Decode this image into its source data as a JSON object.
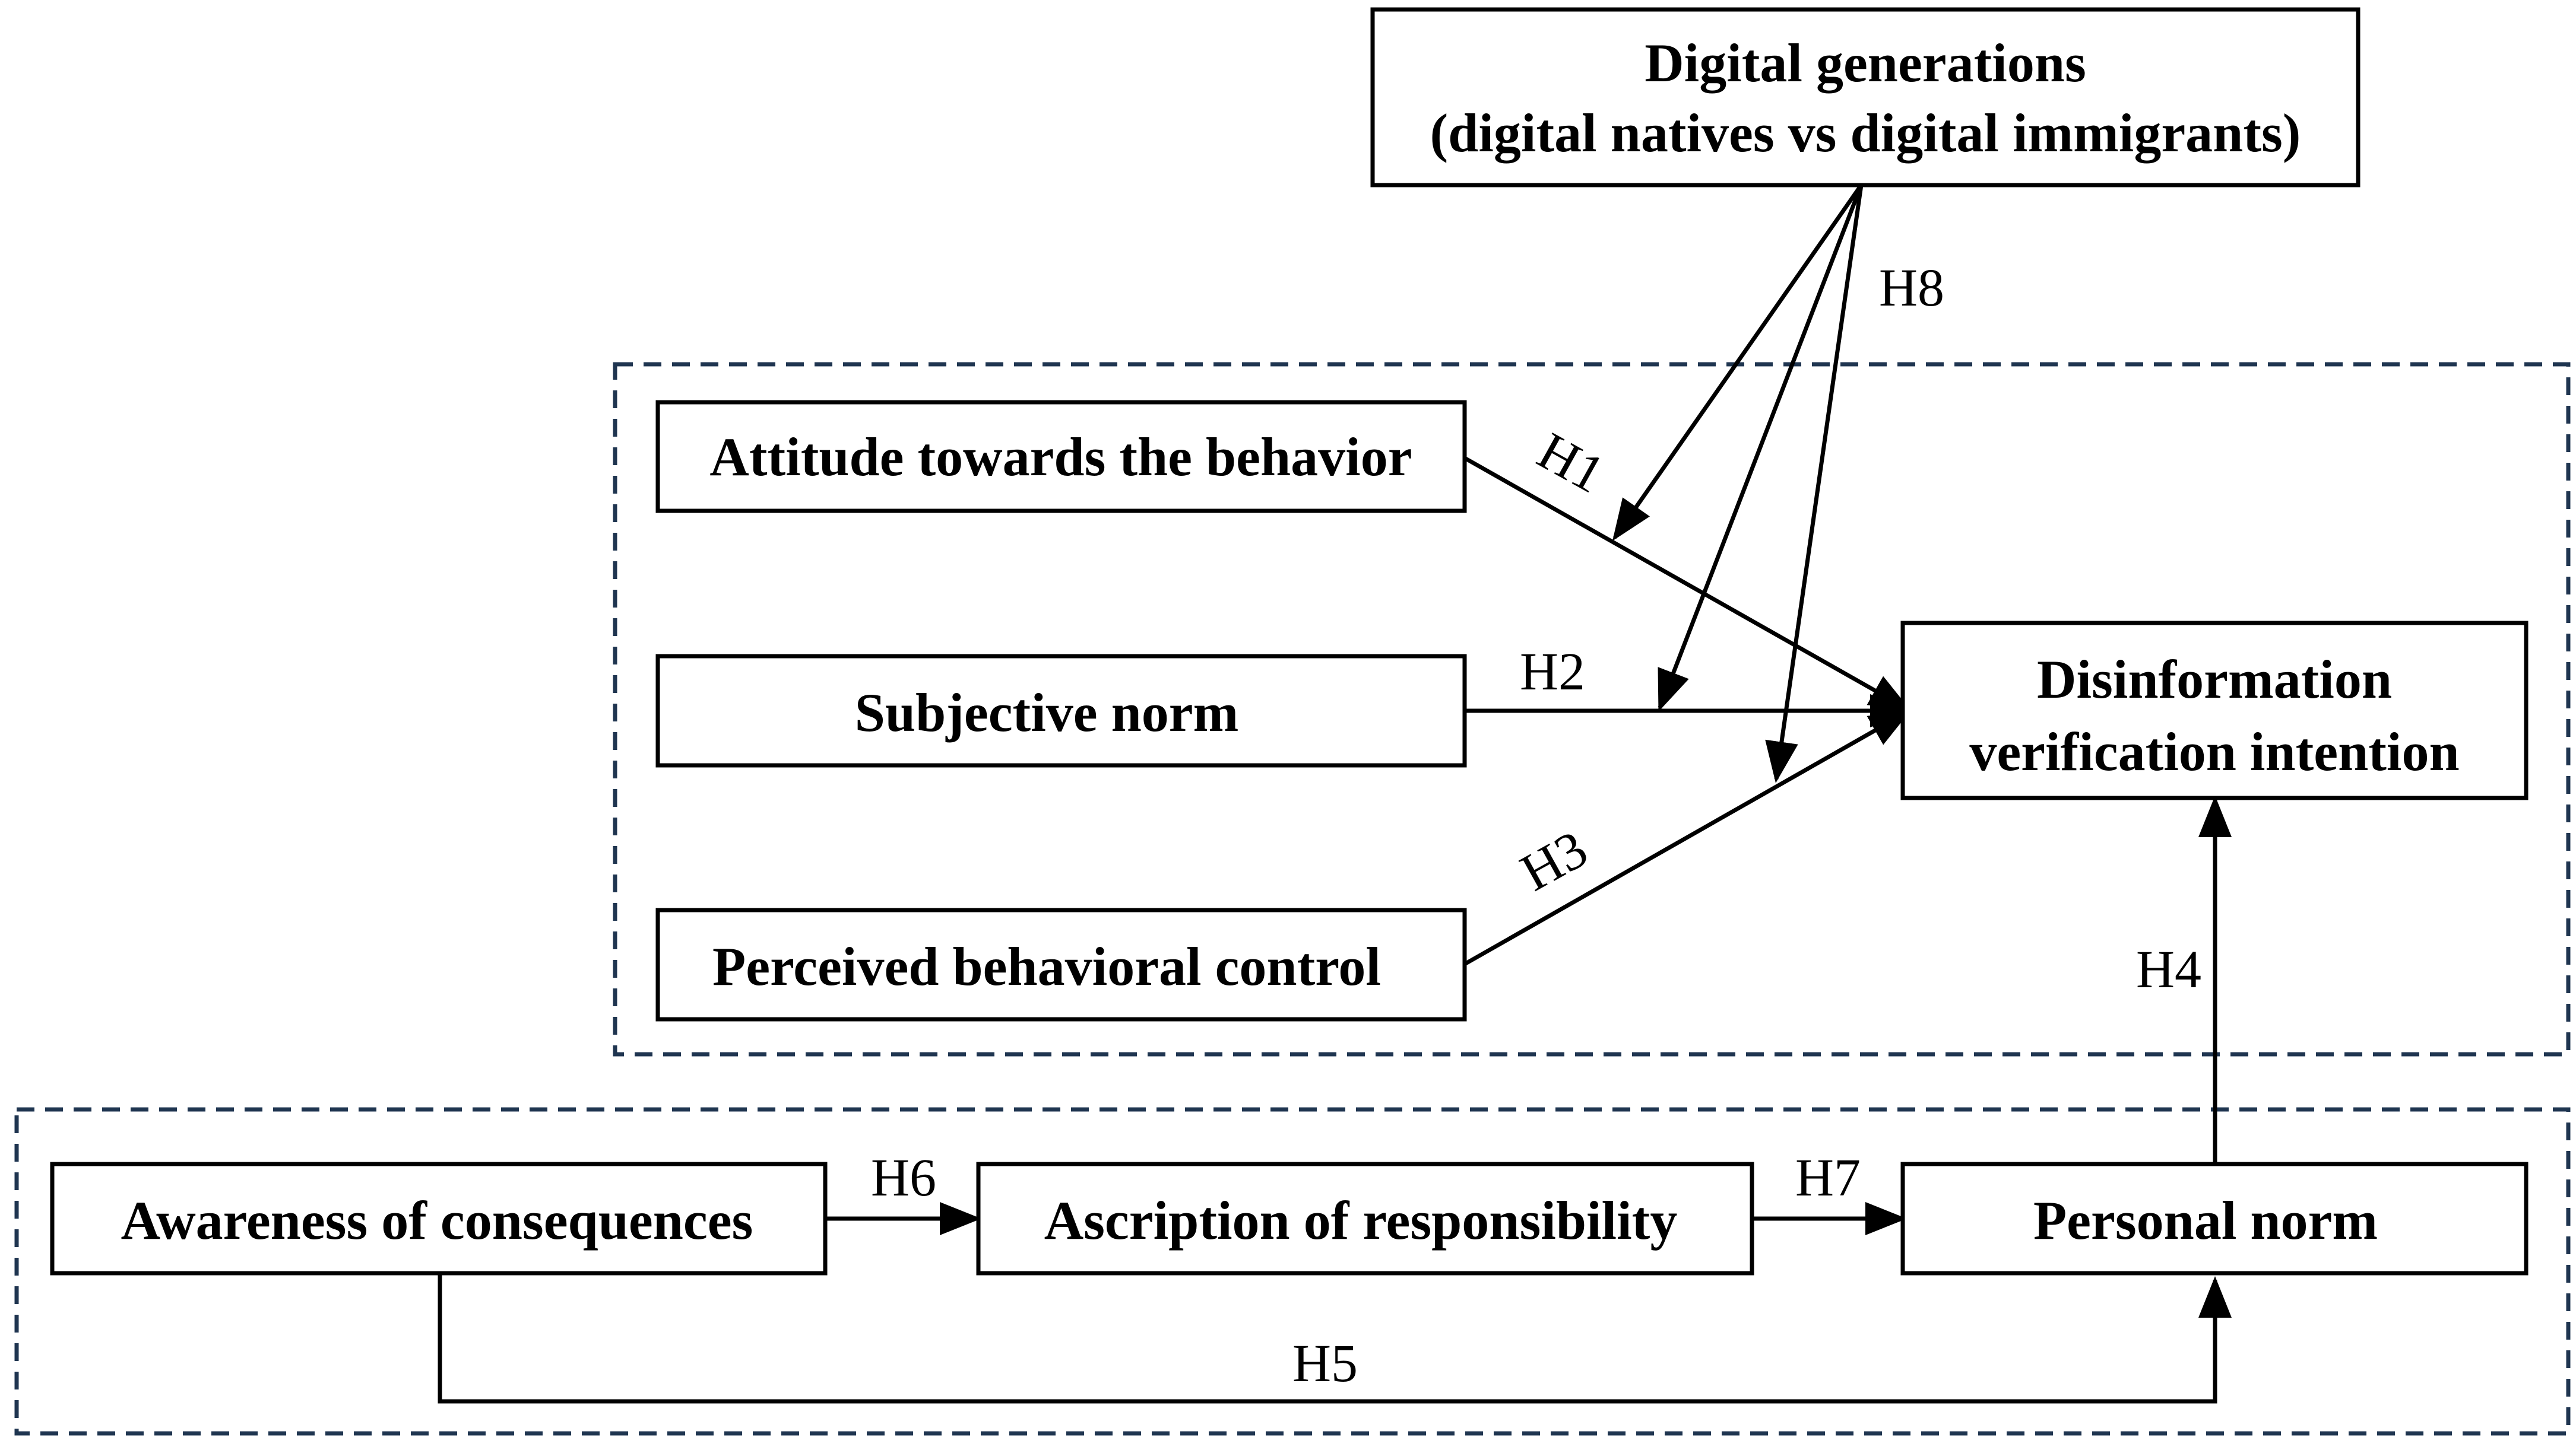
{
  "nodes": {
    "digital_generations": {
      "line1": "Digital generations",
      "line2": "(digital natives vs digital immigrants)"
    },
    "attitude": {
      "label": "Attitude towards the behavior"
    },
    "subjective_norm": {
      "label": "Subjective norm"
    },
    "pbc": {
      "label": "Perceived behavioral control"
    },
    "dvi": {
      "line1": "Disinformation",
      "line2": "verification intention"
    },
    "awareness": {
      "label": "Awareness of consequences"
    },
    "ascription": {
      "label": "Ascription of responsibility"
    },
    "personal_norm": {
      "label": "Personal norm"
    }
  },
  "hypotheses": {
    "h1": "H1",
    "h2": "H2",
    "h3": "H3",
    "h4": "H4",
    "h5": "H5",
    "h6": "H6",
    "h7": "H7",
    "h8": "H8"
  },
  "colors": {
    "group_border": "#1f3550",
    "stroke": "#000000",
    "background": "#ffffff"
  }
}
